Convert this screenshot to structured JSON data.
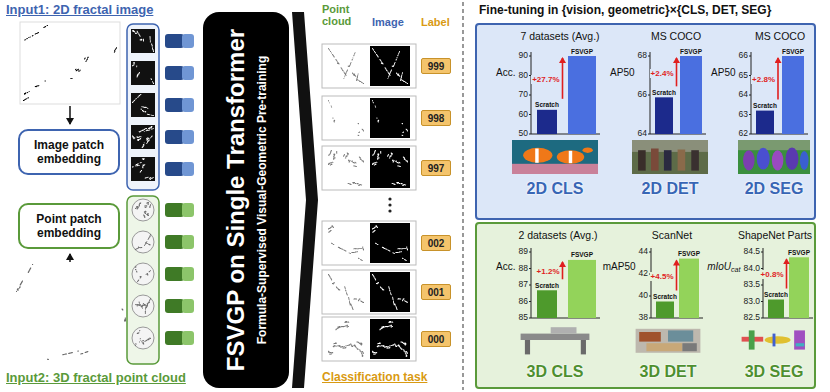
{
  "diagram": {
    "nodes": [
      {
        "text": [
          "Image patch embedding"
        ]
      },
      {
        "text": [
          "Point patch embedding"
        ]
      },
      {
        "text": [
          "FSVGP on Single Transformer",
          "Formula-Supervised Visual-Geometric Pre-training"
        ]
      },
      {
        "text": [
          "999"
        ]
      },
      {
        "text": [
          "998"
        ]
      },
      {
        "text": [
          "997"
        ]
      },
      {
        "text": [
          "002"
        ]
      },
      {
        "text": [
          "001"
        ]
      },
      {
        "text": [
          "000"
        ]
      }
    ],
    "labels": [
      "Input1: 2D fractal image",
      "Input2: 3D fractal point cloud",
      "Point cloud",
      "Image",
      "Label",
      "Classification task",
      "Fine-tuning in {vision, geometric}×{CLS, DET, SEG}",
      "7 datasets (Avg.)",
      "Acc.",
      "90",
      "80",
      "70",
      "60",
      "50",
      "+27.7%",
      "Scratch",
      "FSVGP",
      "2D CLS",
      "MS COCO",
      "AP50",
      "68",
      "66",
      "64",
      "+2.4%",
      "Scratch",
      "FSVGP",
      "2D DET",
      "MS COCO",
      "AP50",
      "66",
      "65",
      "64",
      "63",
      "62",
      "+2.8%",
      "Scratch",
      "FSVGP",
      "2D SEG",
      "2 datasets (Avg.)",
      "Acc.",
      "89",
      "88",
      "87",
      "86",
      "85",
      "+1.2%",
      "Scratch",
      "FSVGP",
      "3D CLS",
      "ScanNet",
      "mAP50",
      "44",
      "42",
      "40",
      "38",
      "+4.5%",
      "Scratch",
      "FSVGP",
      "3D DET",
      "ShapeNet Parts",
      "mIoU",
      "cat",
      "84.5",
      "84.0",
      "83.5",
      "83.0",
      "82.5",
      "+0.8%",
      "Scratch",
      "FSVGP",
      "3D SEG"
    ]
  }
}
